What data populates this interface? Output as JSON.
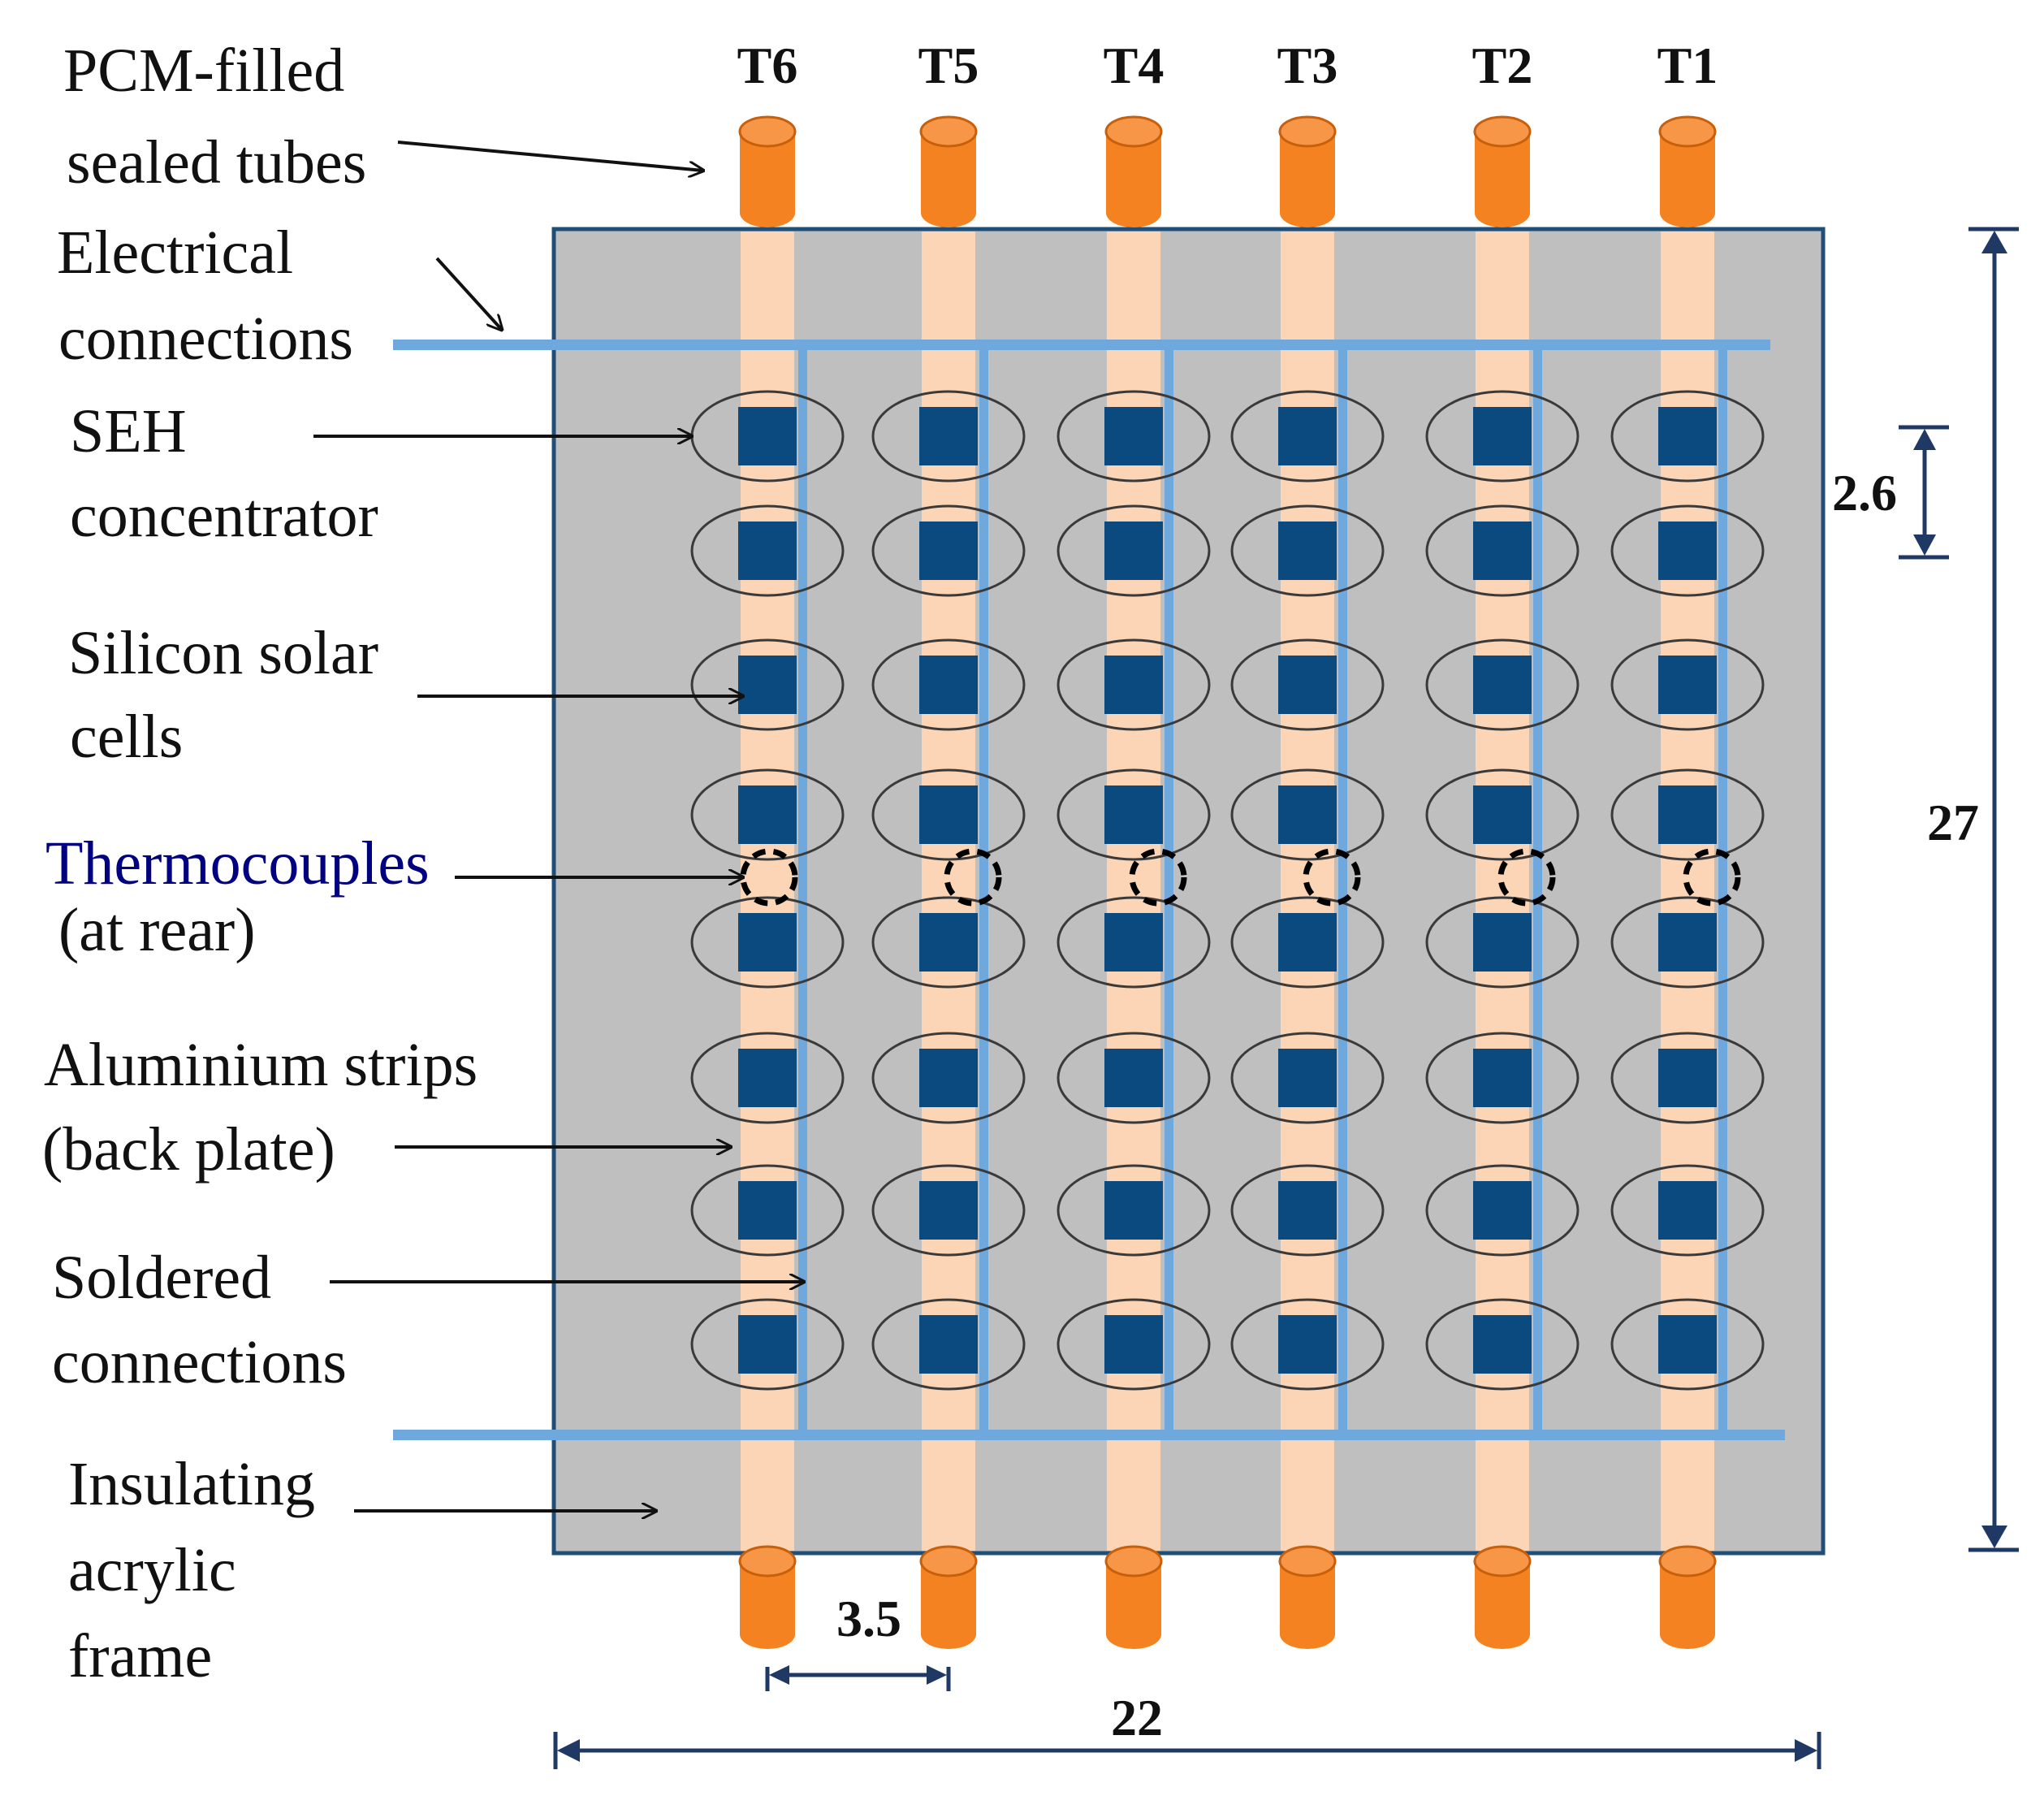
{
  "tube_labels": [
    "T6",
    "T5",
    "T4",
    "T3",
    "T2",
    "T1"
  ],
  "callouts": {
    "pcm_tubes": [
      "PCM-filled",
      "sealed tubes"
    ],
    "electrical": [
      "Electrical",
      "connections"
    ],
    "seh": [
      "SEH",
      "concentrator"
    ],
    "silicon": [
      "Silicon solar",
      "cells"
    ],
    "thermocouples": [
      "Thermocouples",
      "(at rear)"
    ],
    "aluminium": [
      "Aluminium strips",
      "(back plate)"
    ],
    "soldered": [
      "Soldered",
      "connections"
    ],
    "frame": [
      "Insulating",
      "acrylic",
      "frame"
    ]
  },
  "dimensions": {
    "height": "27",
    "width": "22",
    "tube_spacing": "3.5",
    "concentrator_pitch": "2.6"
  },
  "grid": {
    "columns": 6,
    "rows": 8
  },
  "colors": {
    "frame_fill": "#bfbfbf",
    "frame_border": "#1f4e79",
    "aluminium_strip": "#fbd5b5",
    "pcm_tube": "#f58220",
    "electrical_wire": "#6fa8dc",
    "solar_cell": "#0a4a7f",
    "dimension_line": "#1f3864",
    "thermocouple_label": "#000080"
  }
}
